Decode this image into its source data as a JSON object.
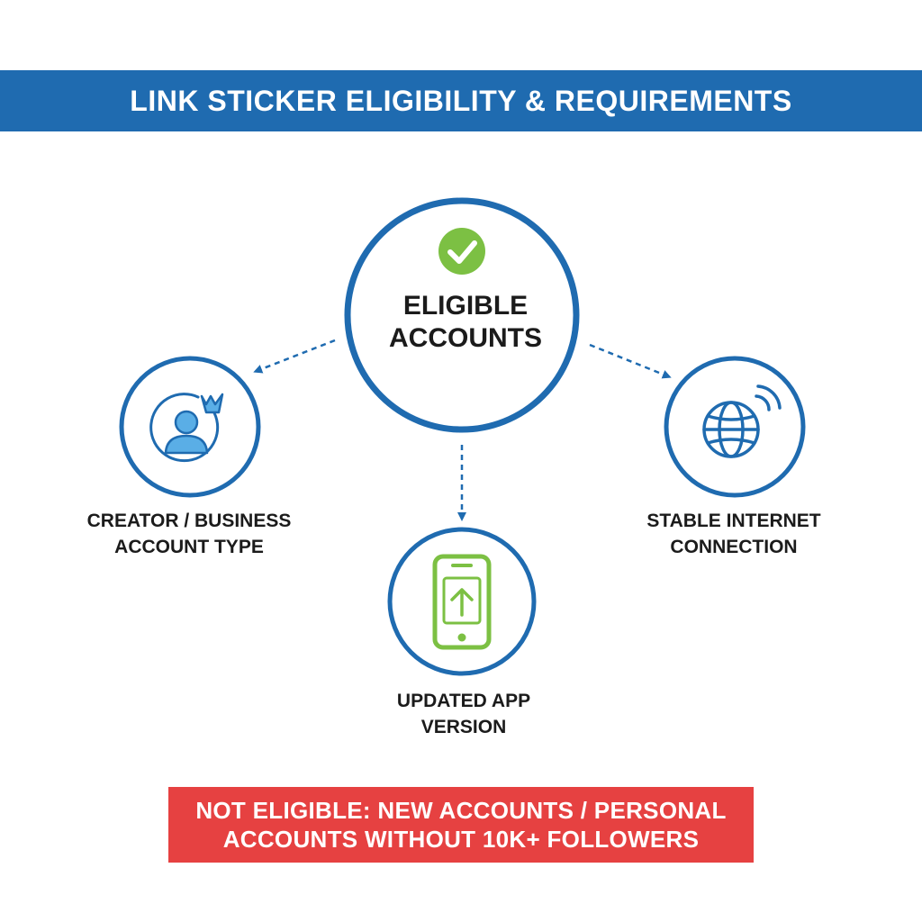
{
  "header": {
    "title": "LINK STICKER ELIGIBILITY & REQUIREMENTS"
  },
  "diagram": {
    "center": {
      "label_line1": "ELIGIBLE",
      "label_line2": "ACCOUNTS",
      "icon": "check-badge-icon"
    },
    "nodes": [
      {
        "id": "account-type",
        "label_line1": "CREATOR / BUSINESS",
        "label_line2": "ACCOUNT TYPE",
        "icon": "creator-user-crown-icon"
      },
      {
        "id": "app-version",
        "label_line1": "UPDATED APP",
        "label_line2": "VERSION",
        "icon": "phone-update-icon"
      },
      {
        "id": "internet",
        "label_line1": "STABLE INTERNET",
        "label_line2": "CONNECTION",
        "icon": "globe-signal-icon"
      }
    ]
  },
  "warning": {
    "line1": "NOT ELIGIBLE: NEW ACCOUNTS / PERSONAL",
    "line2": "ACCOUNTS WITHOUT 10K+ FOLLOWERS"
  },
  "colors": {
    "primary_blue": "#1f6bb0",
    "light_blue": "#5aaee6",
    "green": "#7cc043",
    "red": "#e64141"
  }
}
